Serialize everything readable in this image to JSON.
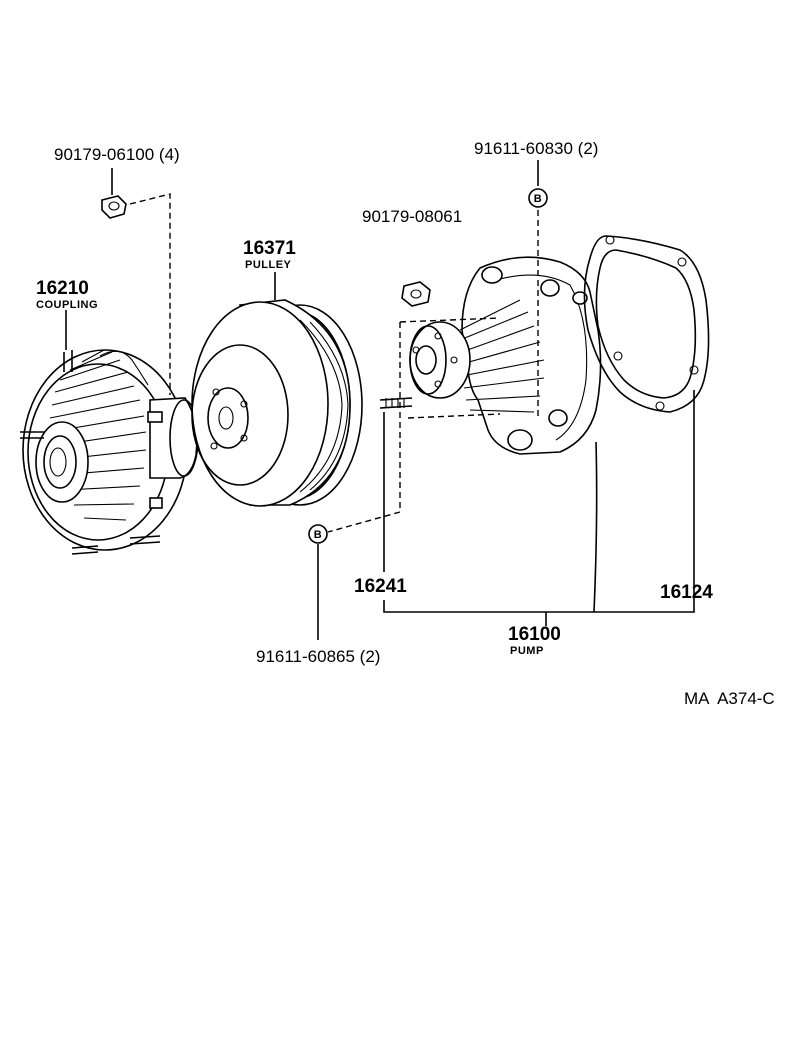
{
  "labels": {
    "bolt_top_left": "90179-06100 (4)",
    "stud_top_right": "91611-60830 (2)",
    "nut_middle": "90179-08061",
    "pulley_number": "16371",
    "pulley_name": "PULLEY",
    "coupling_number": "16210",
    "coupling_name": "COUPLING",
    "stud_left_number": "16241",
    "gasket_number": "16124",
    "pump_number": "16100",
    "pump_name": "PUMP",
    "stud_bottom": "91611-60865 (2)",
    "marker_b": "B",
    "diagram_code": "MA  A374-C"
  }
}
